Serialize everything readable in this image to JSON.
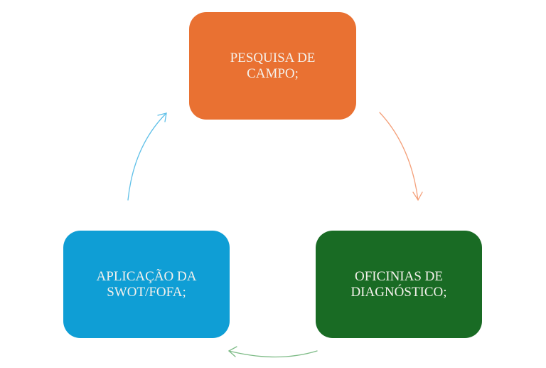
{
  "diagram": {
    "type": "cycle",
    "nodes": [
      {
        "id": "pesquisa",
        "lines": [
          "PESQUISA DE",
          "CAMPO;"
        ],
        "color": "#e97132"
      },
      {
        "id": "oficinas",
        "lines": [
          "OFICINIAS DE",
          "DIAGNÓSTICO;"
        ],
        "color": "#196b24"
      },
      {
        "id": "swot",
        "lines": [
          "APLICAÇÃO DA",
          "SWOT/FOFA;"
        ],
        "color": "#0f9ed5"
      }
    ],
    "edges": [
      {
        "from": "pesquisa",
        "to": "oficinas",
        "color": "#f4a07a"
      },
      {
        "from": "oficinas",
        "to": "swot",
        "color": "#7dbb86"
      },
      {
        "from": "swot",
        "to": "pesquisa",
        "color": "#5fc0e8"
      }
    ]
  }
}
